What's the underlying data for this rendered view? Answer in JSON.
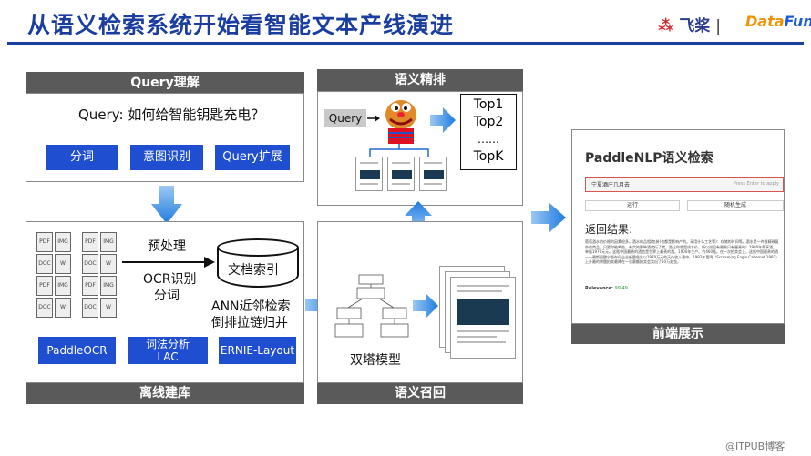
{
  "header": {
    "title": "从语义检索系统开始看智能文本产线演进",
    "logo_feijiang": "飞桨",
    "logo_datafun_a": "Data",
    "logo_datafun_b": "Fun."
  },
  "query_panel": {
    "title": "Query理解",
    "question": "Query: 如何给智能钥匙充电？",
    "buttons": [
      "分词",
      "意图识别",
      "Query扩展"
    ]
  },
  "offline_panel": {
    "title": "离线建库",
    "label_preprocess": "预处理",
    "label_ocr": "OCR识别",
    "label_seg": "分词",
    "label_index": "文档索引",
    "label_ann": "ANN近邻检索",
    "label_inverted": "倒排拉链归并",
    "buttons": [
      "PaddleOCR",
      "词法分析\nLAC",
      "ERNIE-Layout"
    ],
    "doc_icons": [
      "PDF",
      "IMG",
      "DOC",
      "W"
    ]
  },
  "rerank_panel": {
    "title": "语义精排",
    "query_label": "Query",
    "results": [
      "Top1",
      "Top2",
      "……",
      "TopK"
    ]
  },
  "recall_panel": {
    "title": "语义召回",
    "model_label": "双塔模型"
  },
  "frontend_panel": {
    "title": "前端展示",
    "app_title": "PaddleNLP语义检索",
    "input_value": "宁夏酒庄几月去",
    "input_hint": "Press Enter to apply",
    "btn_run": "运行",
    "btn_random": "随机生成",
    "result_heading": "返回结果:",
    "result_text": "葡萄酒水的价格的因素很多。酒水的品相(包装)也都是影响产的。采用什么工艺等)：存储的时间等。酒水是一件很精致复杂的商品。只要你能喝些，有实的那种酒就行了就，要让你就是成本价。所以说没有最贵只有更贵的！1980年载享酒。单瓶1970元元。这瓶中国最贵的酒也是世界上最贵的酒。1900年生产。约460瓶。在一次拍卖会上，这瓶中国最贵的酒——赖斯园酸宁夏布丹企业新酿色生以1970万元的天价收入囊中。1992年嘉鸣（Screaming Eagle Cabernet 1992）上升最的饼酸拍卖最降在一张赛额拍卖会卖出了50万美金。",
    "relevance_label": "Relevance:",
    "relevance_value": "99.49"
  },
  "watermark": "@ITPUB博客",
  "colors": {
    "title_blue": "#1a3da0",
    "button_blue": "#1f4fd0",
    "panel_bar": "#5a5a5a",
    "arrow_blue": "#1e7be0"
  },
  "icons": [
    "arrow-right-icon",
    "arrow-down-icon",
    "arrow-up-icon",
    "database-icon",
    "document-icon",
    "character-icon"
  ]
}
